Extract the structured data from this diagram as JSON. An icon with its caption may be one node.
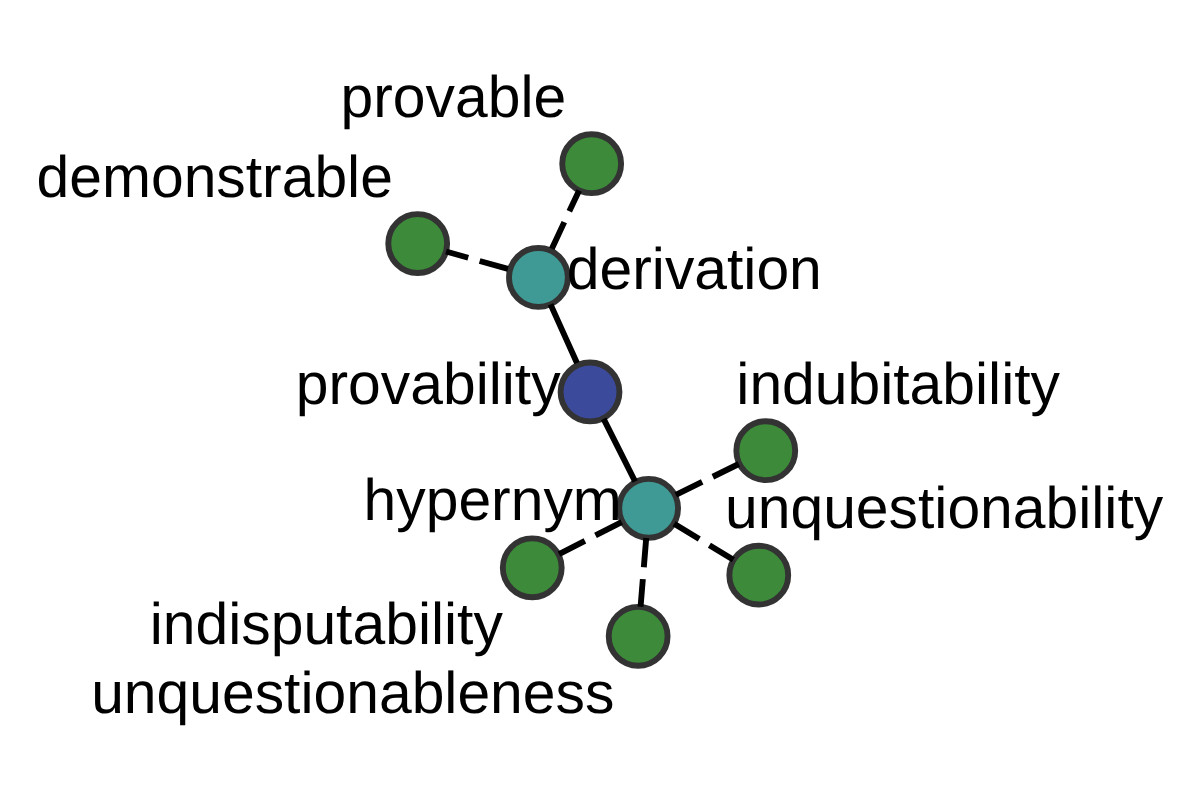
{
  "diagram": {
    "nodes": [
      {
        "text": [],
        "shape": "circle",
        "beside": [
          "provability"
        ]
      },
      {
        "text": [],
        "shape": "circle",
        "beside": [
          "hypernym"
        ]
      },
      {
        "text": [],
        "shape": "circle",
        "beside": [
          "derivation"
        ]
      },
      {
        "text": [],
        "shape": "circle",
        "beside": [
          "demonstrable"
        ]
      },
      {
        "text": [],
        "shape": "circle",
        "beside": [
          "provable"
        ]
      },
      {
        "text": [],
        "shape": "circle",
        "beside": [
          "indubitability"
        ]
      },
      {
        "text": [],
        "shape": "circle",
        "beside": [
          "indisputability"
        ]
      },
      {
        "text": [],
        "shape": "circle",
        "beside": [
          "unquestionability"
        ]
      },
      {
        "text": [],
        "shape": "circle",
        "beside": [
          "unquestionableness"
        ]
      }
    ],
    "edges": [
      {
        "from": 0,
        "to": 1,
        "arrow": "none"
      },
      {
        "from": 0,
        "to": 2,
        "arrow": "none"
      },
      {
        "from": 2,
        "to": 3,
        "arrow": "none",
        "style": "dashed"
      },
      {
        "from": 2,
        "to": 4,
        "arrow": "none",
        "style": "dashed"
      },
      {
        "from": 1,
        "to": 5,
        "arrow": "none",
        "style": "dashed"
      },
      {
        "from": 1,
        "to": 6,
        "arrow": "none",
        "style": "dashed"
      },
      {
        "from": 1,
        "to": 7,
        "arrow": "none",
        "style": "dashed"
      },
      {
        "from": 1,
        "to": 8,
        "arrow": "none",
        "style": "dashed"
      }
    ]
  }
}
